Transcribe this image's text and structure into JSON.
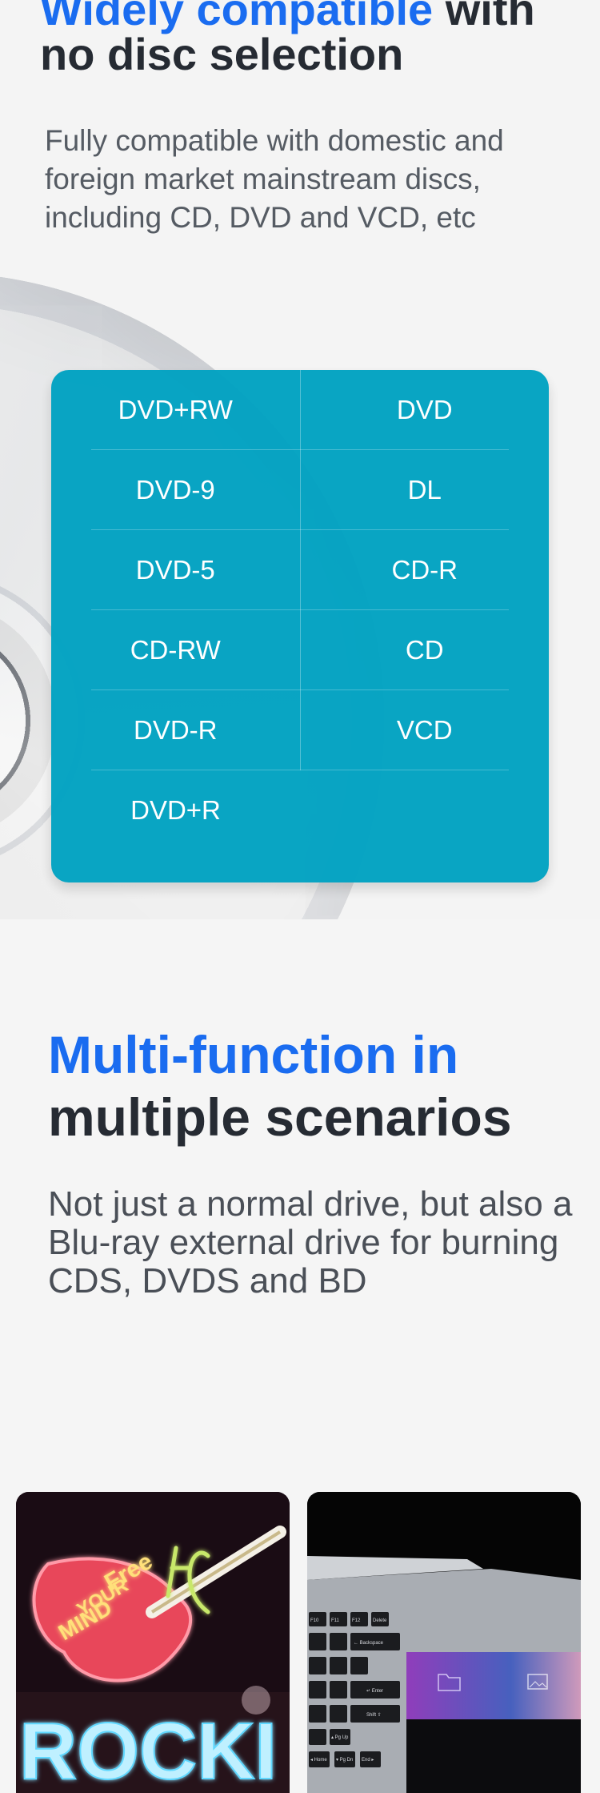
{
  "section1": {
    "title_blue": "Widely compatible",
    "title_dark_suffix": "with",
    "title_line2": "no disc selection",
    "description": "Fully compatible with domestic and foreign market mainstream discs, including CD, DVD and VCD, etc",
    "formats": [
      [
        "DVD+RW",
        "DVD"
      ],
      [
        "DVD-9",
        "DL"
      ],
      [
        "DVD-5",
        "CD-R"
      ],
      [
        "CD-RW",
        "CD"
      ],
      [
        "DVD-R",
        "VCD"
      ],
      [
        "DVD+R",
        ""
      ]
    ]
  },
  "section2": {
    "title_blue": "Multi-function in",
    "title_line2": "multiple scenarios",
    "description": "Not just a normal drive, but also a Blu-ray external drive for burning CDS, DVDS and BD"
  },
  "photos": {
    "neon_sign": {
      "free_text": "Free",
      "your_text": "YOUR",
      "mind_text": "MIND",
      "rock_text": "ROCKI"
    },
    "laptop": {
      "keys_row1": [
        "F10",
        "F11",
        "F12",
        "Delete"
      ],
      "key_backspace": "← Backspace",
      "key_enter": "↵ Enter",
      "key_shift": "Shift ⇧",
      "keys_bottom": [
        "◂ Home",
        "▾ Pg Dn",
        "End ▸"
      ],
      "key_pgup": "▴ Pg Up"
    }
  },
  "colors": {
    "accent_blue": "#1a6cf0",
    "card_teal": "#00a2c2",
    "dark_text": "#262b33"
  }
}
